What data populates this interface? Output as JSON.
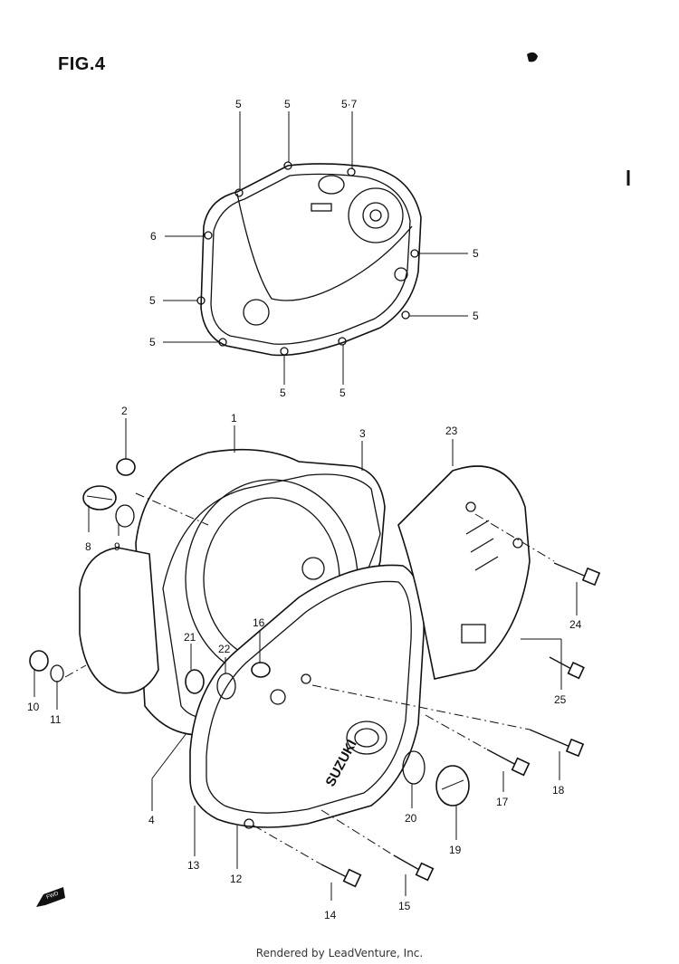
{
  "figure": {
    "title": "FIG.4",
    "footer": "Rendered by LeadVenture, Inc.",
    "brand_on_cover": "SUZUKI",
    "fwd_label": "FWD"
  },
  "callouts": [
    {
      "id": "c1",
      "text": "1"
    },
    {
      "id": "c2",
      "text": "2"
    },
    {
      "id": "c3",
      "text": "3"
    },
    {
      "id": "c4",
      "text": "4"
    },
    {
      "id": "c5a",
      "text": "5"
    },
    {
      "id": "c5b",
      "text": "5"
    },
    {
      "id": "c57",
      "text": "5·7"
    },
    {
      "id": "c6",
      "text": "6"
    },
    {
      "id": "c5c",
      "text": "5"
    },
    {
      "id": "c5d",
      "text": "5"
    },
    {
      "id": "c5e",
      "text": "5"
    },
    {
      "id": "c5f",
      "text": "5"
    },
    {
      "id": "c5g",
      "text": "5"
    },
    {
      "id": "c5h",
      "text": "5"
    },
    {
      "id": "c8",
      "text": "8"
    },
    {
      "id": "c9",
      "text": "9"
    },
    {
      "id": "c10",
      "text": "10"
    },
    {
      "id": "c11",
      "text": "11"
    },
    {
      "id": "c12",
      "text": "12"
    },
    {
      "id": "c13",
      "text": "13"
    },
    {
      "id": "c14",
      "text": "14"
    },
    {
      "id": "c15",
      "text": "15"
    },
    {
      "id": "c16",
      "text": "16"
    },
    {
      "id": "c17",
      "text": "17"
    },
    {
      "id": "c18",
      "text": "18"
    },
    {
      "id": "c19",
      "text": "19"
    },
    {
      "id": "c20",
      "text": "20"
    },
    {
      "id": "c21",
      "text": "21"
    },
    {
      "id": "c22",
      "text": "22"
    },
    {
      "id": "c23",
      "text": "23"
    },
    {
      "id": "c24",
      "text": "24"
    },
    {
      "id": "c25",
      "text": "25"
    }
  ]
}
